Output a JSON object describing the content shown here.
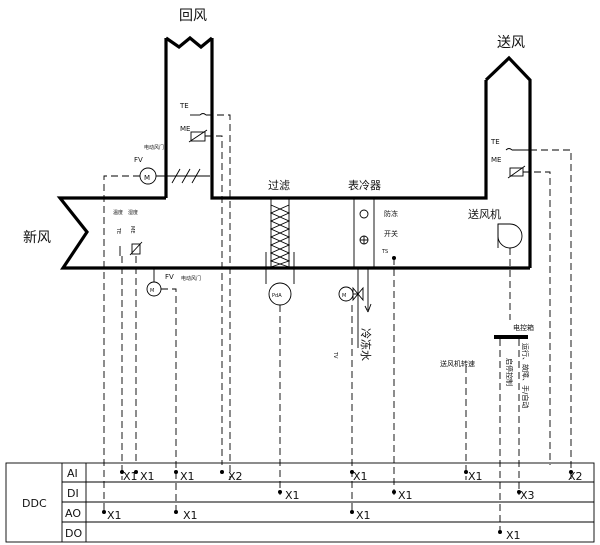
{
  "labels": {
    "return_air": "回风",
    "supply_air": "送风",
    "fresh_air": "新风",
    "filter": "过滤",
    "cooler": "表冷器",
    "fan": "送风机",
    "antifreeze_1": "防冻",
    "antifreeze_2": "开关",
    "ts": "TS",
    "te_return": "TE",
    "me_return": "ME",
    "fv_top": "FV",
    "damper_top": "电动风门",
    "te_supply": "TE",
    "me_supply": "ME",
    "temp_small": "温度",
    "hum_small": "湿度",
    "te_fresh": "TE",
    "me_fresh": "ME",
    "fv_bottom": "FV",
    "damper_bottom": "电动风门",
    "pda": "PdA",
    "tv": "TV",
    "cold_water": "冷冻水",
    "fan_speed": "送风机转速",
    "control_box": "电控箱",
    "start_stop": "启停控制",
    "status_text": "运行、故障、手/自动",
    "m_symbol": "M"
  },
  "ddc": {
    "title": "DDC",
    "rows": [
      "AI",
      "DI",
      "AO",
      "DO"
    ],
    "points": {
      "ai_x1_a": "X1",
      "ai_x1_b": "X1",
      "ai_x1_c": "X1",
      "ai_x2_a": "X2",
      "ai_x1_d": "X1",
      "ai_x1_e": "X1",
      "ai_x2_b": "X2",
      "di_x1_a": "X1",
      "di_x1_b": "X1",
      "di_x3": "X3",
      "ao_x1_a": "X1",
      "ao_x1_b": "X1",
      "ao_x1_c": "X1",
      "do_x1": "X1"
    }
  }
}
